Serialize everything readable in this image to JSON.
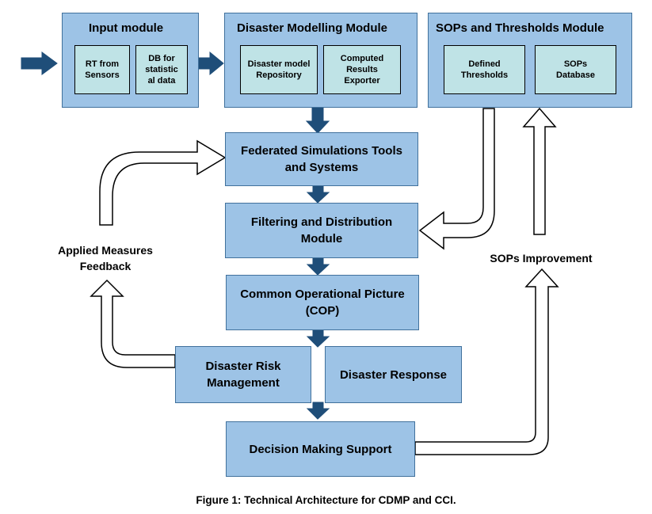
{
  "input_module": {
    "title": "Input module",
    "items": [
      "RT from\nSensors",
      "DB for\nstatistic\nal data"
    ]
  },
  "modelling_module": {
    "title": "Disaster Modelling Module",
    "items": [
      "Disaster model\nRepository",
      "Computed\nResults\nExporter"
    ]
  },
  "sops_module": {
    "title": "SOPs and Thresholds Module",
    "items": [
      "Defined\nThresholds",
      "SOPs\nDatabase"
    ]
  },
  "flow": {
    "federated": "Federated Simulations Tools\nand Systems",
    "filtering": "Filtering and Distribution\nModule",
    "cop": "Common Operational Picture\n(COP)",
    "risk": "Disaster Risk\nManagement",
    "response": "Disaster Response",
    "decision": "Decision Making Support"
  },
  "labels": {
    "feedback": "Applied Measures\nFeedback",
    "improvement": "SOPs Improvement"
  },
  "caption": "Figure 1: Technical Architecture for CDMP and CCI.",
  "colors": {
    "box_fill": "#9dc3e6",
    "inner_fill": "#bfe3e6",
    "arrow_fill": "#1f4e79"
  }
}
